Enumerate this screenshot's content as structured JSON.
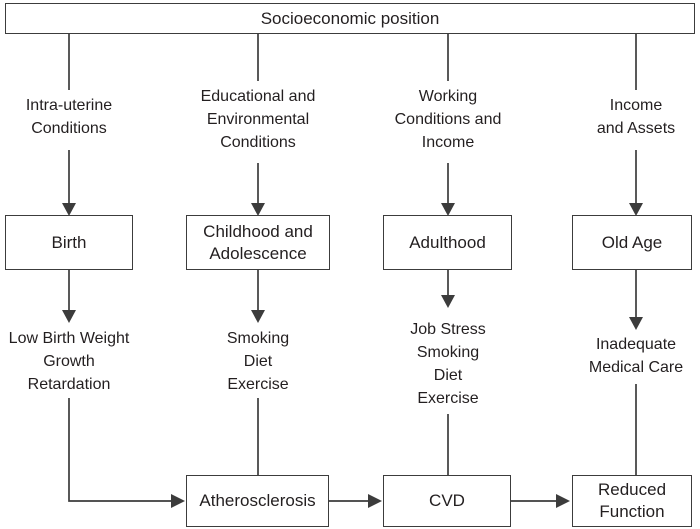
{
  "diagram": {
    "title": "Socioeconomic position",
    "columns": [
      {
        "exposure": "Intra-uterine\nConditions",
        "stage": "Birth",
        "risks": "Low Birth Weight\nGrowth\nRetardation"
      },
      {
        "exposure": "Educational and\nEnvironmental\nConditions",
        "stage": "Childhood and\nAdolescence",
        "risks": "Smoking\nDiet\nExercise"
      },
      {
        "exposure": "Working\nConditions and\nIncome",
        "stage": "Adulthood",
        "risks": "Job Stress\nSmoking\nDiet\nExercise"
      },
      {
        "exposure": "Income\nand Assets",
        "stage": "Old Age",
        "risks": "Inadequate\nMedical Care"
      }
    ],
    "outcomes": [
      {
        "label": "Atherosclerosis"
      },
      {
        "label": "CVD"
      },
      {
        "label": "Reduced\nFunction"
      }
    ],
    "colors": {
      "stroke": "#3c3c3c",
      "text": "#231f20",
      "background": "#ffffff"
    }
  }
}
